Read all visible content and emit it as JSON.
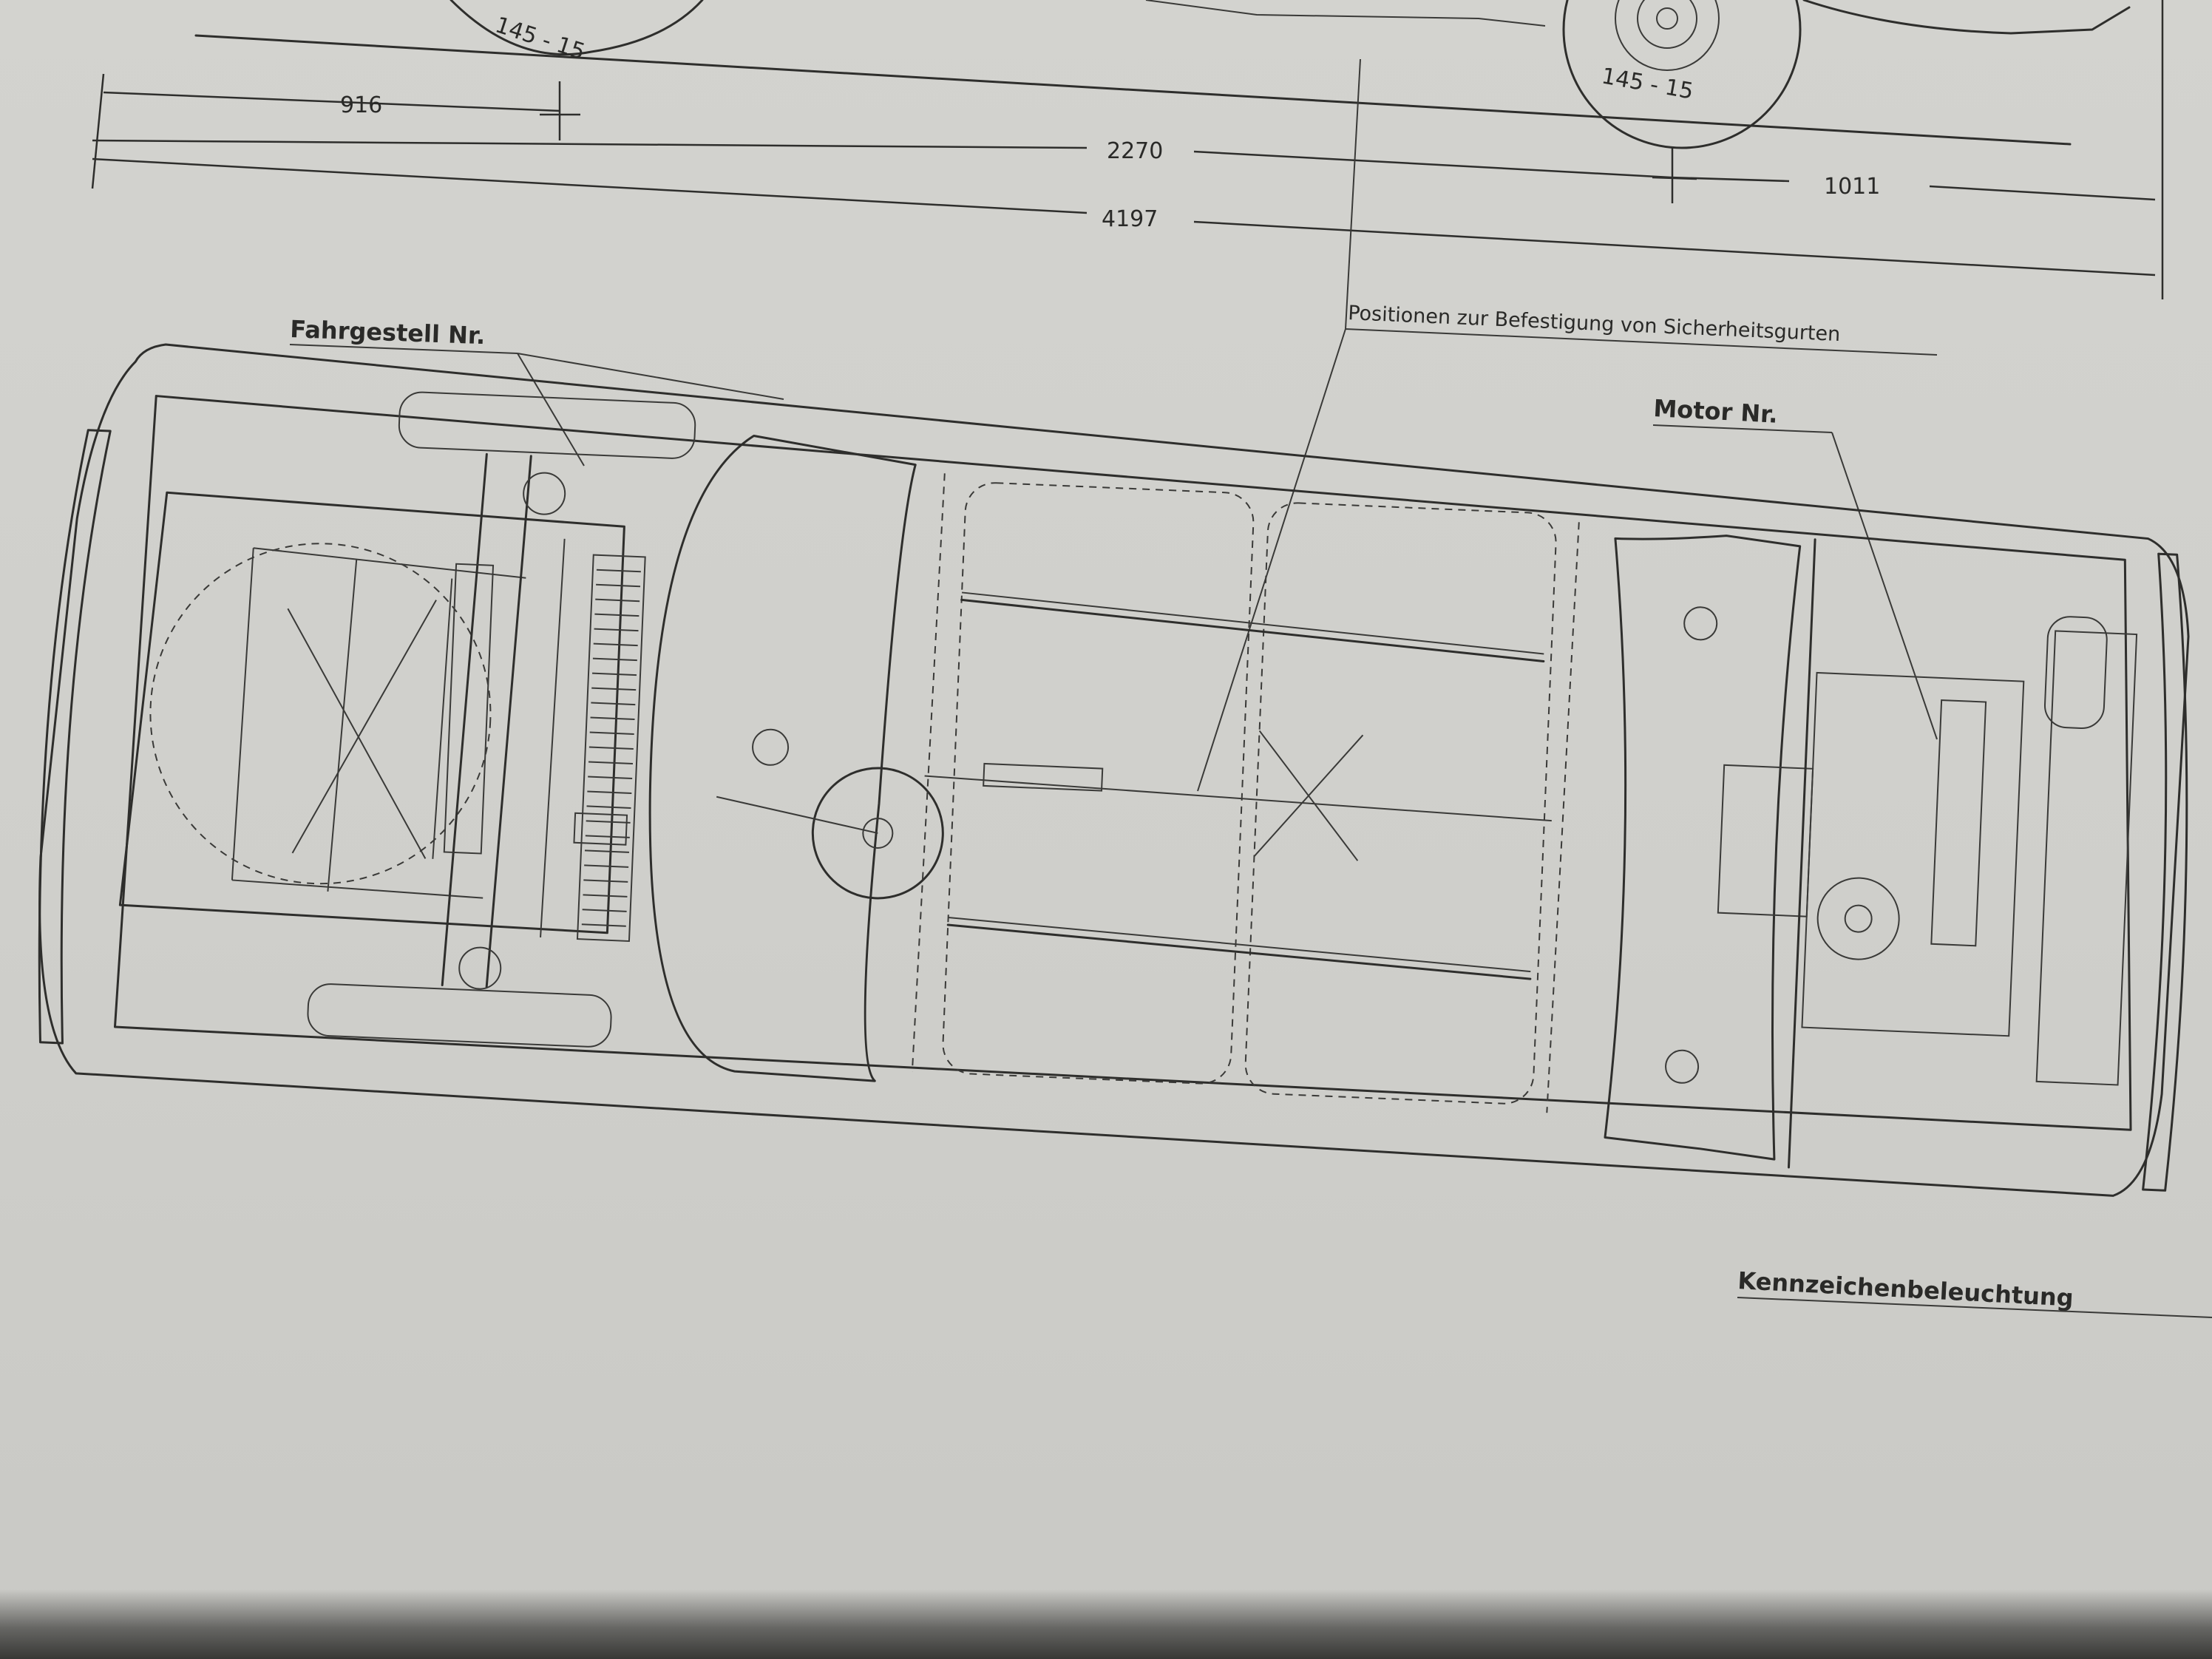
{
  "dimensions": {
    "front_overhang": "916",
    "wheelbase": "2270",
    "rear_overhang": "1011",
    "overall_length": "4197",
    "tire_front": "145 - 15",
    "tire_rear": "145 - 15"
  },
  "labels": {
    "chassis_number": "Fahrgestell Nr.",
    "seatbelt_positions": "Positionen zur Befestigung von Sicherheitsgurten",
    "engine_number": "Motor Nr.",
    "license_plate_light": "Kennzeichenbeleuchtung"
  },
  "colors": {
    "paper": "#d0d0cc",
    "ink": "#2e2e2c"
  }
}
